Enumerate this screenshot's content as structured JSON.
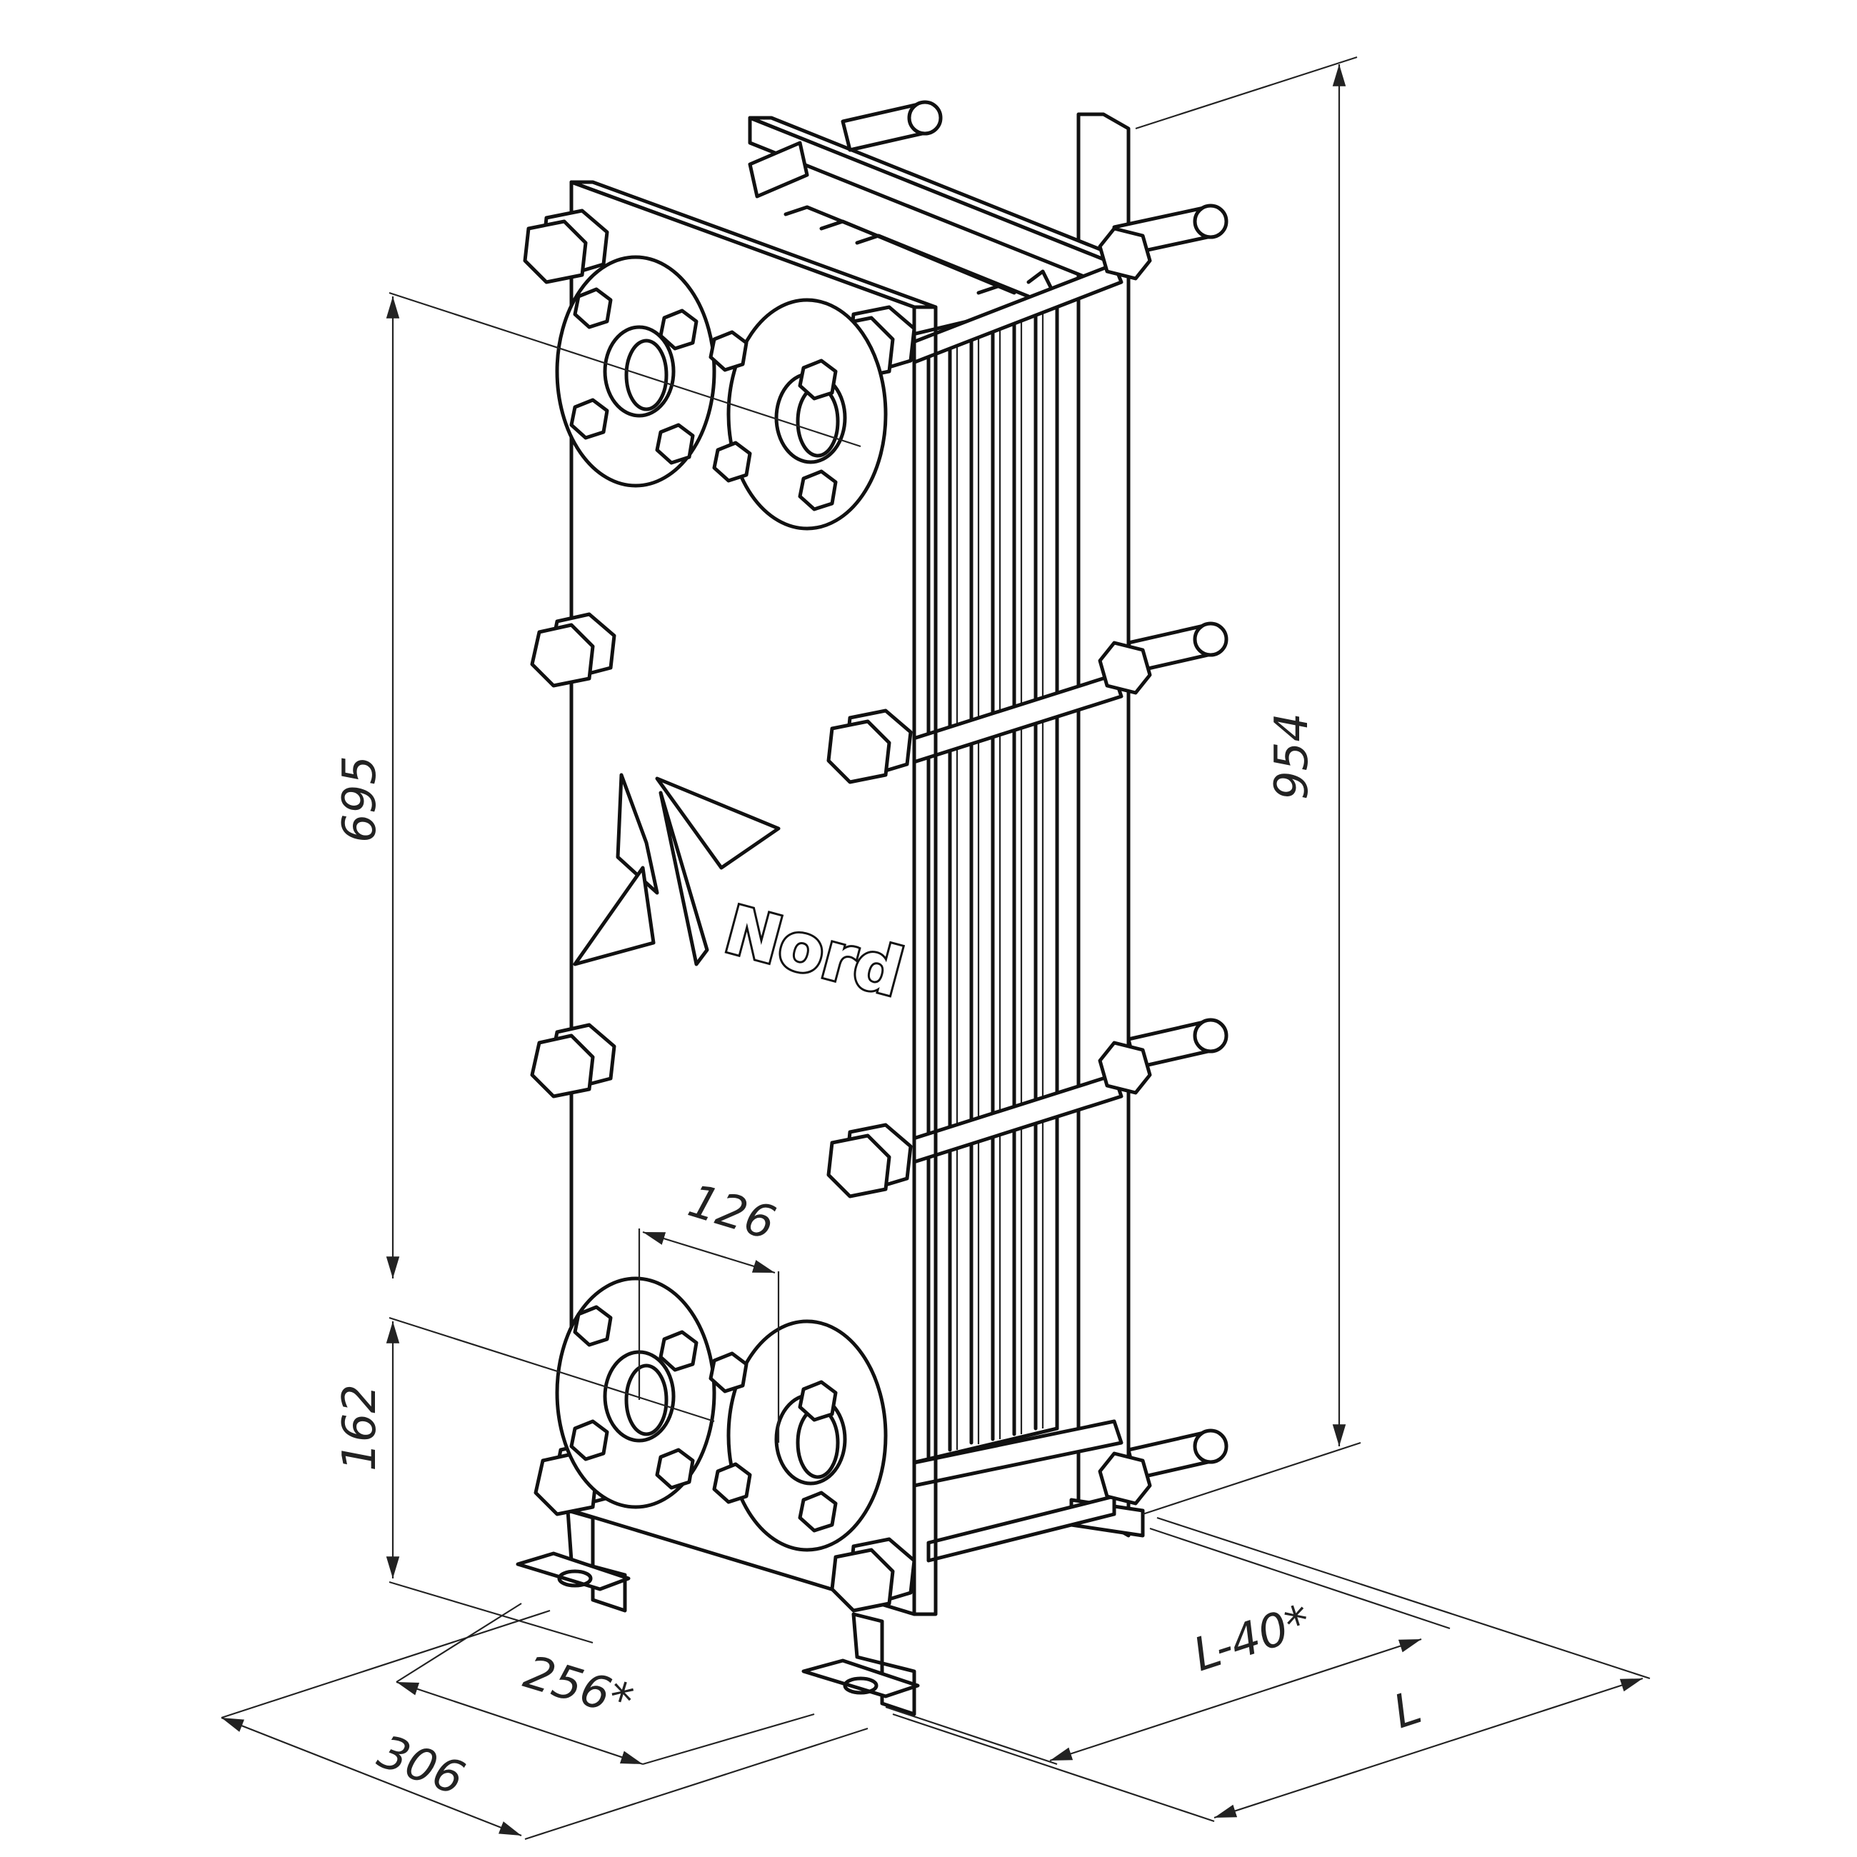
{
  "brand": {
    "logo_text": "Nord"
  },
  "dimensions": {
    "total_height": "954",
    "port_spacing_vertical": "695",
    "port_to_base": "162",
    "port_spacing_horizontal": "126",
    "width_overall": "306",
    "width_feet": "256*",
    "length_overall": "L",
    "length_frame": "L-40*"
  },
  "colors": {
    "line": "#111111",
    "background": "#ffffff"
  }
}
